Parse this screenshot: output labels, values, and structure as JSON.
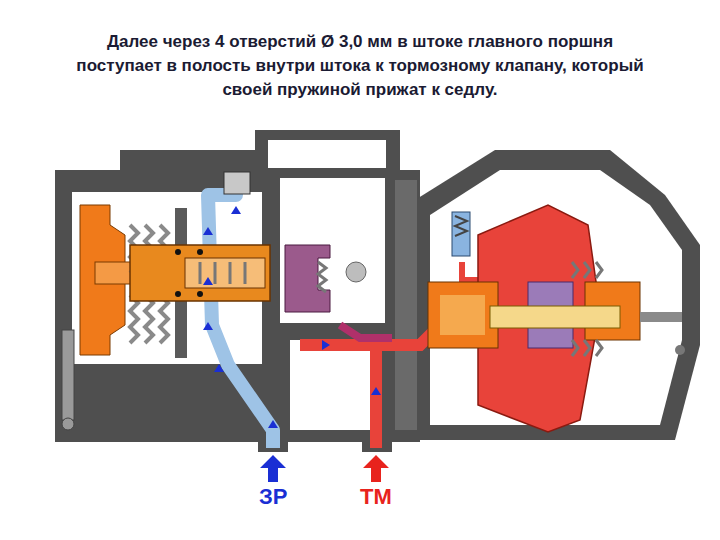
{
  "diagram": {
    "title": "Далее через 4 отверстий Ø 3,0 мм в штоке главного поршня поступает в полость внутри штока к тормозному клапану, который своей пружиной прижат к седлу.",
    "labels": [
      "ЗР",
      "ТМ"
    ]
  }
}
